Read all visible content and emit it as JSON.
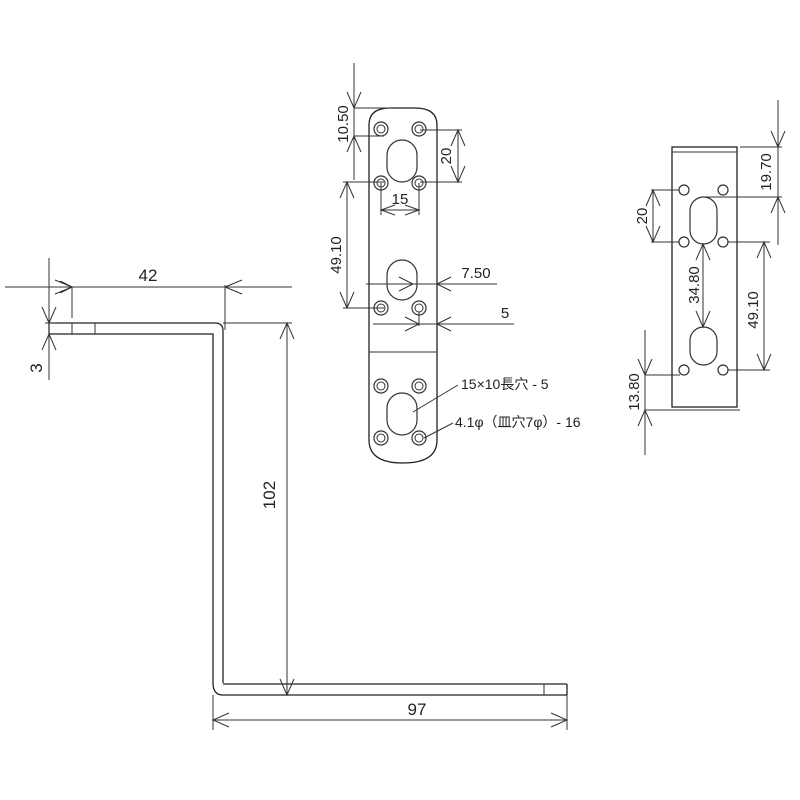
{
  "drawing": {
    "type": "bracket technical drawing",
    "side_view": {
      "dims": {
        "flange_top": "42",
        "thickness": "3",
        "height": "102",
        "base": "97"
      }
    },
    "front_view": {
      "dims": {
        "top_offset": "10.50",
        "hole_pitch_v": "20",
        "hole_pitch_h": "15",
        "slot_spacing": "49.10",
        "slot_edge": "7.50",
        "hole_edge": "5"
      },
      "notes": {
        "slot_note": "15×10長穴 - 5",
        "hole_note": "4.1φ（皿穴7φ）- 16"
      }
    },
    "side_plate_view": {
      "dims": {
        "top_offset": "19.70",
        "hole_pitch_v": "20",
        "slot_center": "34.80",
        "slot_spacing": "49.10",
        "bottom_offset": "13.80"
      }
    }
  }
}
